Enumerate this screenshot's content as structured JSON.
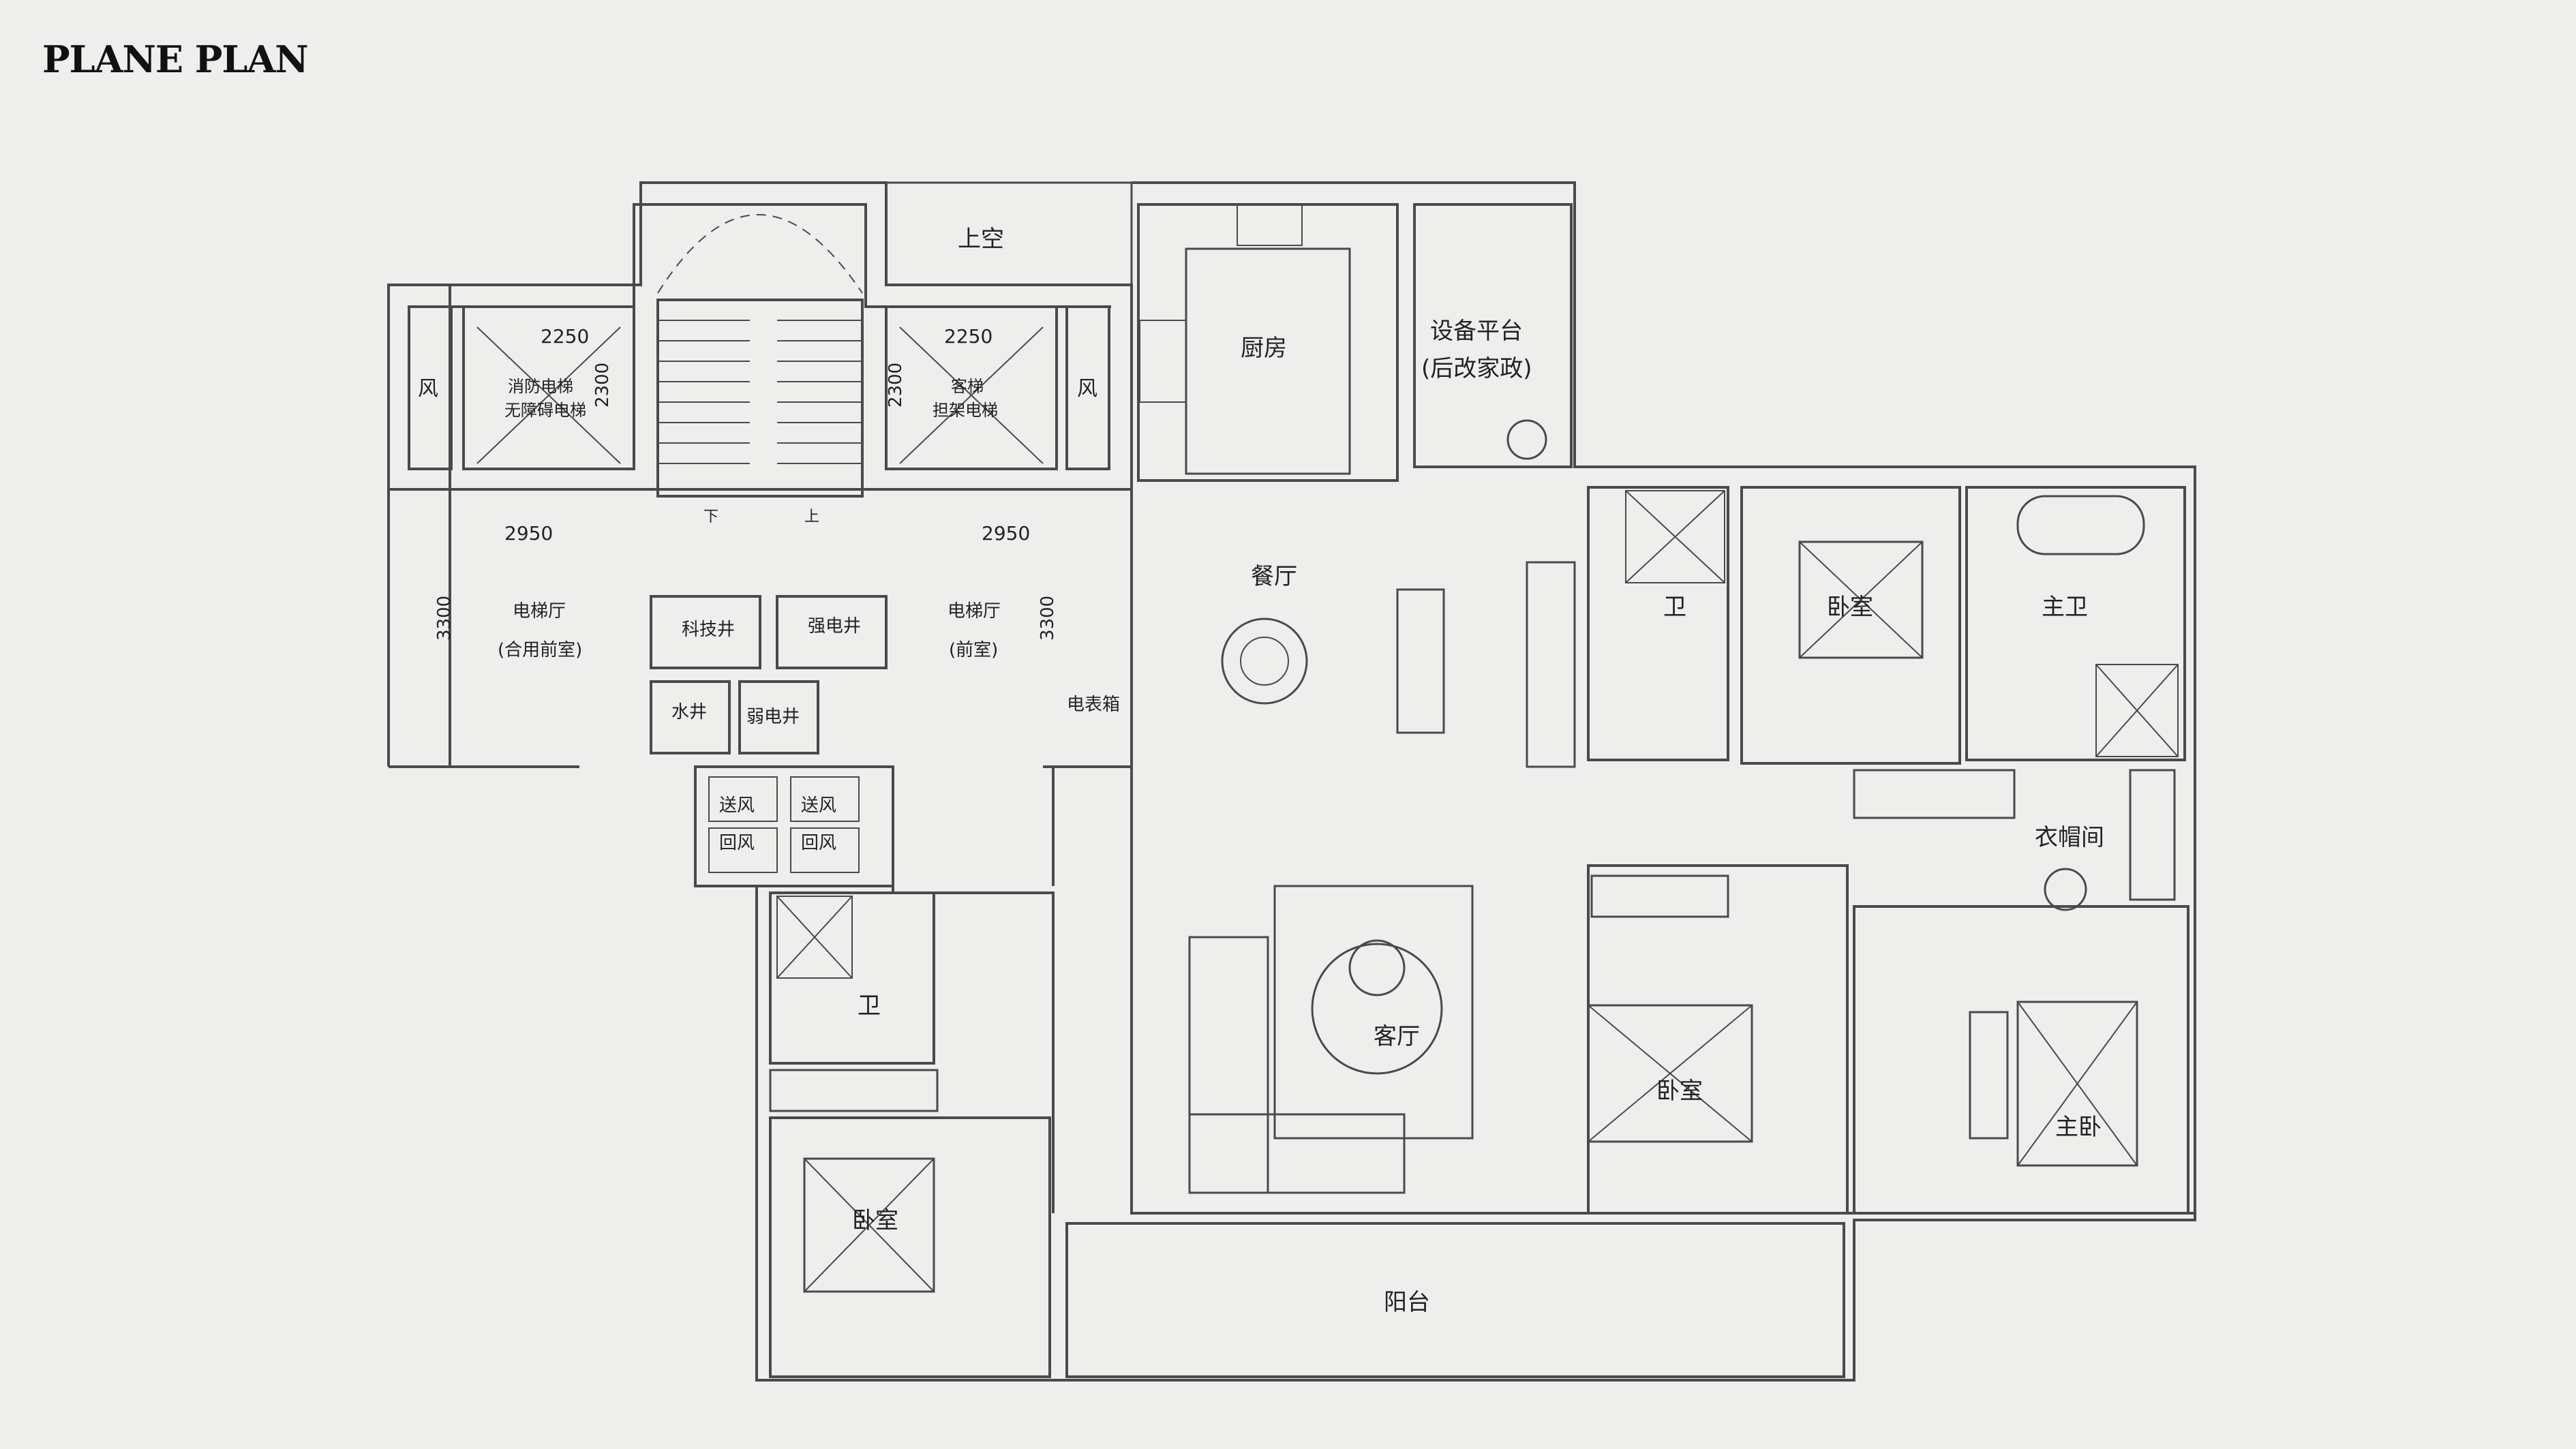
{
  "title": "PLANE PLAN",
  "rooms": {
    "skylight": "上空",
    "kitchen": "厨房",
    "equipment_platform": "设备平台",
    "equipment_platform_note": "(后改家政)",
    "dining": "餐厅",
    "living": "客厅",
    "balcony": "阳台",
    "bath_mid": "卫",
    "bath_left": "卫",
    "bedroom_top": "卧室",
    "master_bath": "主卫",
    "closet": "衣帽间",
    "bedroom_mid": "卧室",
    "master_bedroom": "主卧",
    "bedroom_left": "卧室"
  },
  "core": {
    "vent_left": "风",
    "vent_right": "风",
    "elev1_l1": "消防电梯",
    "elev1_l2": "无障碍电梯",
    "elev2_l1": "客梯",
    "elev2_l2": "担架电梯",
    "lobby_left_l1": "电梯厅",
    "lobby_left_l2": "(合用前室)",
    "lobby_right_l1": "电梯厅",
    "lobby_right_l2": "(前室)",
    "tech_shaft": "科技井",
    "strong_shaft": "强电井",
    "water_shaft": "水井",
    "weak_shaft": "弱电井",
    "meter_box": "电表箱",
    "supply1": "送风",
    "supply2": "送风",
    "return1": "回风",
    "return2": "回风",
    "stair_down": "下",
    "stair_up": "上"
  },
  "dimensions": {
    "elev_w1": "2250",
    "elev_w2": "2250",
    "elev_d1": "2300",
    "elev_d2": "2300",
    "lobby_w1": "2950",
    "lobby_w2": "2950",
    "lobby_d1": "3300",
    "lobby_d2": "3300"
  },
  "colors": {
    "background": "#eeeeed",
    "line": "#4a4a4a",
    "text": "#222222"
  }
}
